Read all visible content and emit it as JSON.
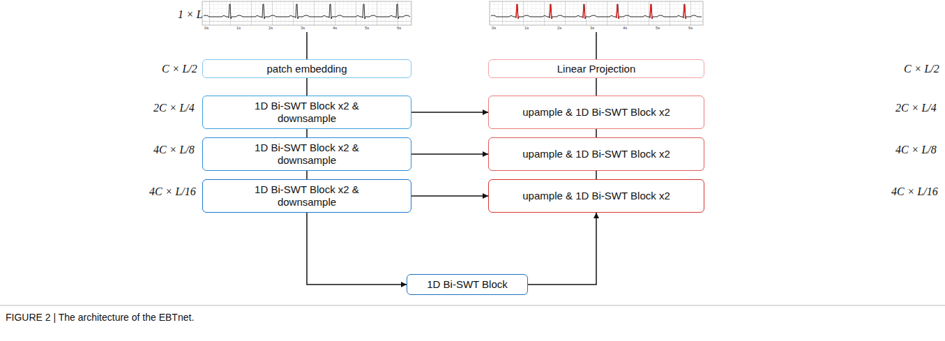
{
  "diagram": {
    "caption": "FIGURE 2 | The architecture of the EBTnet.",
    "nodes": [
      {
        "text": [
          "patch embedding"
        ]
      },
      {
        "text": [
          "1D Bi-SWT Block x2 & downsample"
        ]
      },
      {
        "text": [
          "1D Bi-SWT Block x2 & downsample"
        ]
      },
      {
        "text": [
          "1D Bi-SWT Block x2 & downsample"
        ]
      },
      {
        "text": [
          "Linear Projection"
        ]
      },
      {
        "text": [
          "upample & 1D Bi-SWT Block x2"
        ]
      },
      {
        "text": [
          "upample & 1D Bi-SWT Block x2"
        ]
      },
      {
        "text": [
          "upample & 1D Bi-SWT Block x2"
        ]
      },
      {
        "text": [
          "1D Bi-SWT Block"
        ]
      }
    ],
    "edges": [
      {
        "from": 0,
        "to": 1,
        "arrow": "none"
      },
      {
        "from": 1,
        "to": 2,
        "arrow": "none"
      },
      {
        "from": 2,
        "to": 3,
        "arrow": "none"
      },
      {
        "from": 3,
        "to": 8,
        "arrow": "to"
      },
      {
        "from": 8,
        "to": 7,
        "arrow": "to"
      },
      {
        "from": 1,
        "to": 5,
        "arrow": "to"
      },
      {
        "from": 2,
        "to": 6,
        "arrow": "to"
      },
      {
        "from": 3,
        "to": 7,
        "arrow": "to"
      },
      {
        "from": 7,
        "to": 6,
        "arrow": "none"
      },
      {
        "from": 6,
        "to": 5,
        "arrow": "none"
      },
      {
        "from": 5,
        "to": 4,
        "arrow": "none"
      }
    ],
    "labels": [
      "1 × L",
      "C × L/2",
      "2C × L/4",
      "4C × L/8",
      "4C × L/16",
      "C × L/2",
      "2C × L/4",
      "4C × L/8",
      "4C × L/16",
      "0s",
      "1s",
      "2s",
      "3s",
      "4s",
      "5s",
      "6s",
      "0s",
      "1s",
      "2s",
      "3s",
      "4s",
      "5s",
      "6s"
    ]
  }
}
